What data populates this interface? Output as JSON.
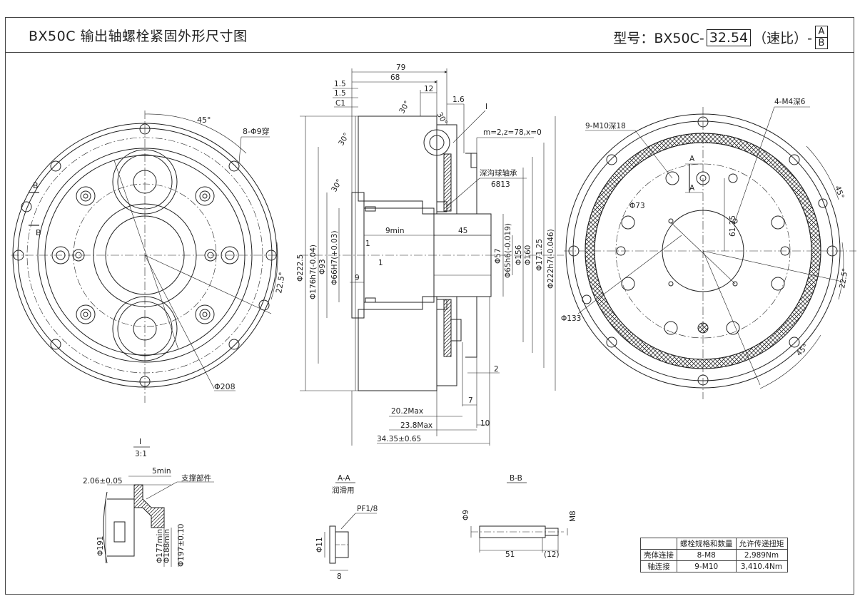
{
  "title": "BX50C 输出轴螺栓紧固外形尺寸图",
  "model": {
    "prefix": "型号：BX50C-",
    "ratio": "32.54",
    "ratio_label": "（速比）-",
    "variant_top": "A",
    "variant_bottom": "B"
  },
  "front_view": {
    "labels": [
      "45°",
      "8-Φ9穿",
      "B",
      "B",
      "22.5°",
      "Φ208"
    ]
  },
  "section_view": {
    "top_dims": [
      "79",
      "68",
      "12",
      "1.5",
      "1.5",
      "C1",
      "1.6",
      "30°",
      "30°",
      "30°",
      "30°"
    ],
    "gear_note": "m=2,z=78,x=0",
    "detail_mark": "I",
    "bearing_label": "深沟球轴承",
    "bearing_model": "6813",
    "inner_dims": [
      "9min",
      "45",
      "1",
      "1",
      "9"
    ],
    "left_diameters": [
      "Φ222.5",
      "Φ176h7(-0.04)",
      "Φ93",
      "Φ66H7(+0.03)"
    ],
    "right_diameters": [
      "Φ57",
      "Φ65h6(-0.019)",
      "Φ156",
      "Φ160",
      "Φ171.25",
      "Φ222h7(-0.046)"
    ],
    "right_dims": [
      "2",
      "7",
      "10"
    ],
    "bottom_dims": [
      "20.2Max",
      "23.8Max",
      "34.35±0.65"
    ]
  },
  "rear_view": {
    "labels": [
      "9-M10深18",
      "4-M4深6",
      "A",
      "A",
      "Φ73",
      "61.25",
      "45°",
      "22.5°",
      "Φ133",
      "45°"
    ]
  },
  "detail_i": {
    "title": "I",
    "scale": "3:1",
    "labels": [
      "5min",
      "2.06±0.05",
      "支撑部件",
      "Φ191",
      "Φ177min",
      "Φ188min",
      "Φ197±0.10"
    ]
  },
  "section_aa": {
    "title": "A-A",
    "subtitle": "润滑用",
    "labels": [
      "PF1/8",
      "Φ11",
      "8"
    ]
  },
  "section_bb": {
    "title": "B-B",
    "labels": [
      "Φ9",
      "M8",
      "51",
      "(12)"
    ]
  },
  "torque_table": {
    "headers": [
      "",
      "螺栓规格和数量",
      "允许传递扭矩"
    ],
    "rows": [
      [
        "壳体连接",
        "8-M8",
        "2,989Nm"
      ],
      [
        "轴连接",
        "9-M10",
        "3,410.4Nm"
      ]
    ]
  }
}
